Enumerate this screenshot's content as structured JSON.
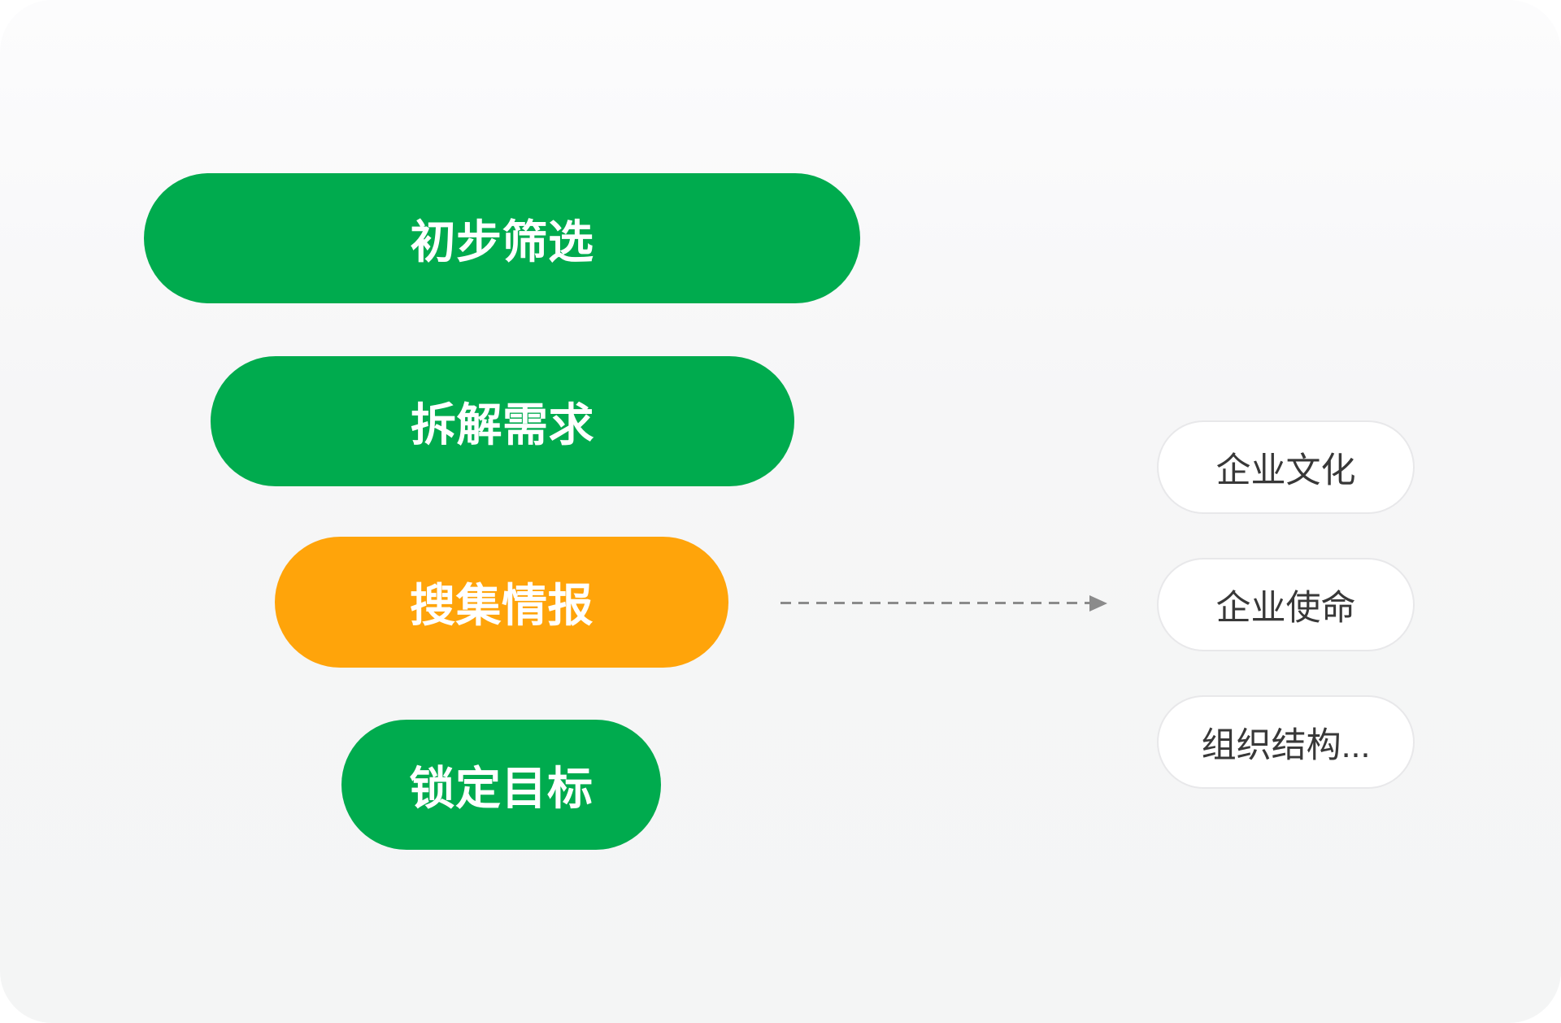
{
  "canvas": {
    "background_top": "#fcfcfd",
    "background_bottom": "#f4f5f5"
  },
  "funnel": {
    "text_color": "#ffffff",
    "steps": [
      {
        "label": "初步筛选",
        "color": "#00AB4E"
      },
      {
        "label": "拆解需求",
        "color": "#00AB4E"
      },
      {
        "label": "搜集情报",
        "color": "#FFA40A"
      },
      {
        "label": "锁定目标",
        "color": "#00AB4E"
      }
    ]
  },
  "arrow": {
    "style": "dashed",
    "color": "#8b8b8b",
    "from": "搜集情报",
    "to": "企业使命"
  },
  "details": {
    "background": "#ffffff",
    "border_color": "#e8e8ea",
    "text_color": "#383838",
    "items": [
      {
        "label": "企业文化"
      },
      {
        "label": "企业使命"
      },
      {
        "label": "组织结构..."
      }
    ]
  }
}
